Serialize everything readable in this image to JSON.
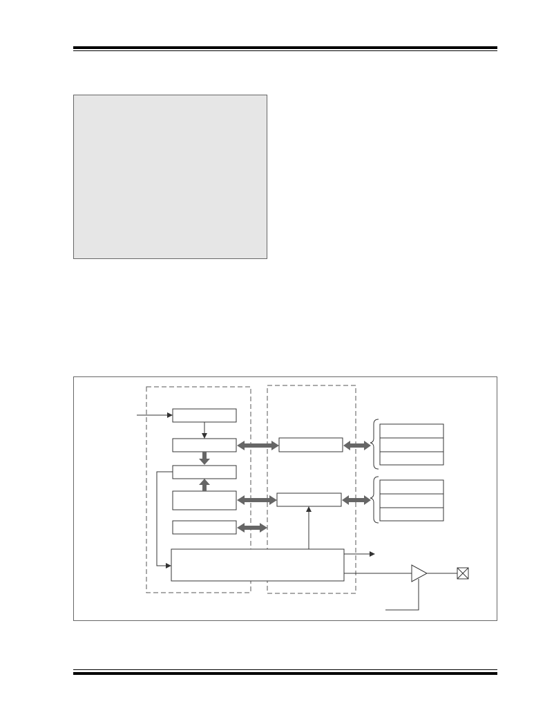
{
  "colors": {
    "rule": "#000000",
    "note_box_fill": "#e6e6e6",
    "note_box_border": "#666666",
    "frame_border": "#666666",
    "block_stroke": "#333333",
    "bus_arrow": "#666666",
    "dashed_region": "#555555",
    "signal_line": "#333333"
  },
  "diagram": {
    "region_count": 2,
    "blocks": [
      {
        "id": "block-top-left"
      },
      {
        "id": "block-second-left"
      },
      {
        "id": "block-third-left"
      },
      {
        "id": "block-fourth-left"
      },
      {
        "id": "block-fifth-left"
      },
      {
        "id": "block-wide-bottom"
      },
      {
        "id": "block-center-upper"
      },
      {
        "id": "block-center-lower"
      }
    ],
    "register_stacks": [
      {
        "id": "register-stack-upper",
        "rows": 3
      },
      {
        "id": "register-stack-lower",
        "rows": 3
      }
    ],
    "symbols": [
      "buffer-triangle-icon",
      "pin-crossed-box-icon"
    ]
  }
}
